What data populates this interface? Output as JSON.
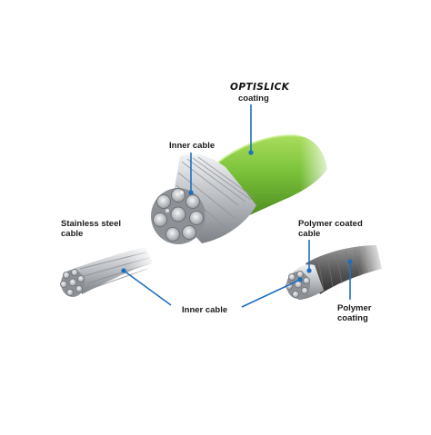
{
  "brand": "OPTISLICK",
  "labels": {
    "optislick_coating": "coating",
    "inner_cable_top": "Inner cable",
    "stainless_line1": "Stainless steel",
    "stainless_line2": "cable",
    "polymer_cable_line1": "Polymer coated",
    "polymer_cable_line2": "cable",
    "inner_cable_bottom": "Inner cable",
    "polymer_coating_line1": "Polymer",
    "polymer_coating_line2": "coating"
  },
  "colors": {
    "leader": "#1f6fc1",
    "green_coating": "#7bc23a",
    "polymer_coating": "#555555",
    "steel": "#c9ccd0"
  },
  "icons": [
    "cable-illustration",
    "leader-dot"
  ]
}
